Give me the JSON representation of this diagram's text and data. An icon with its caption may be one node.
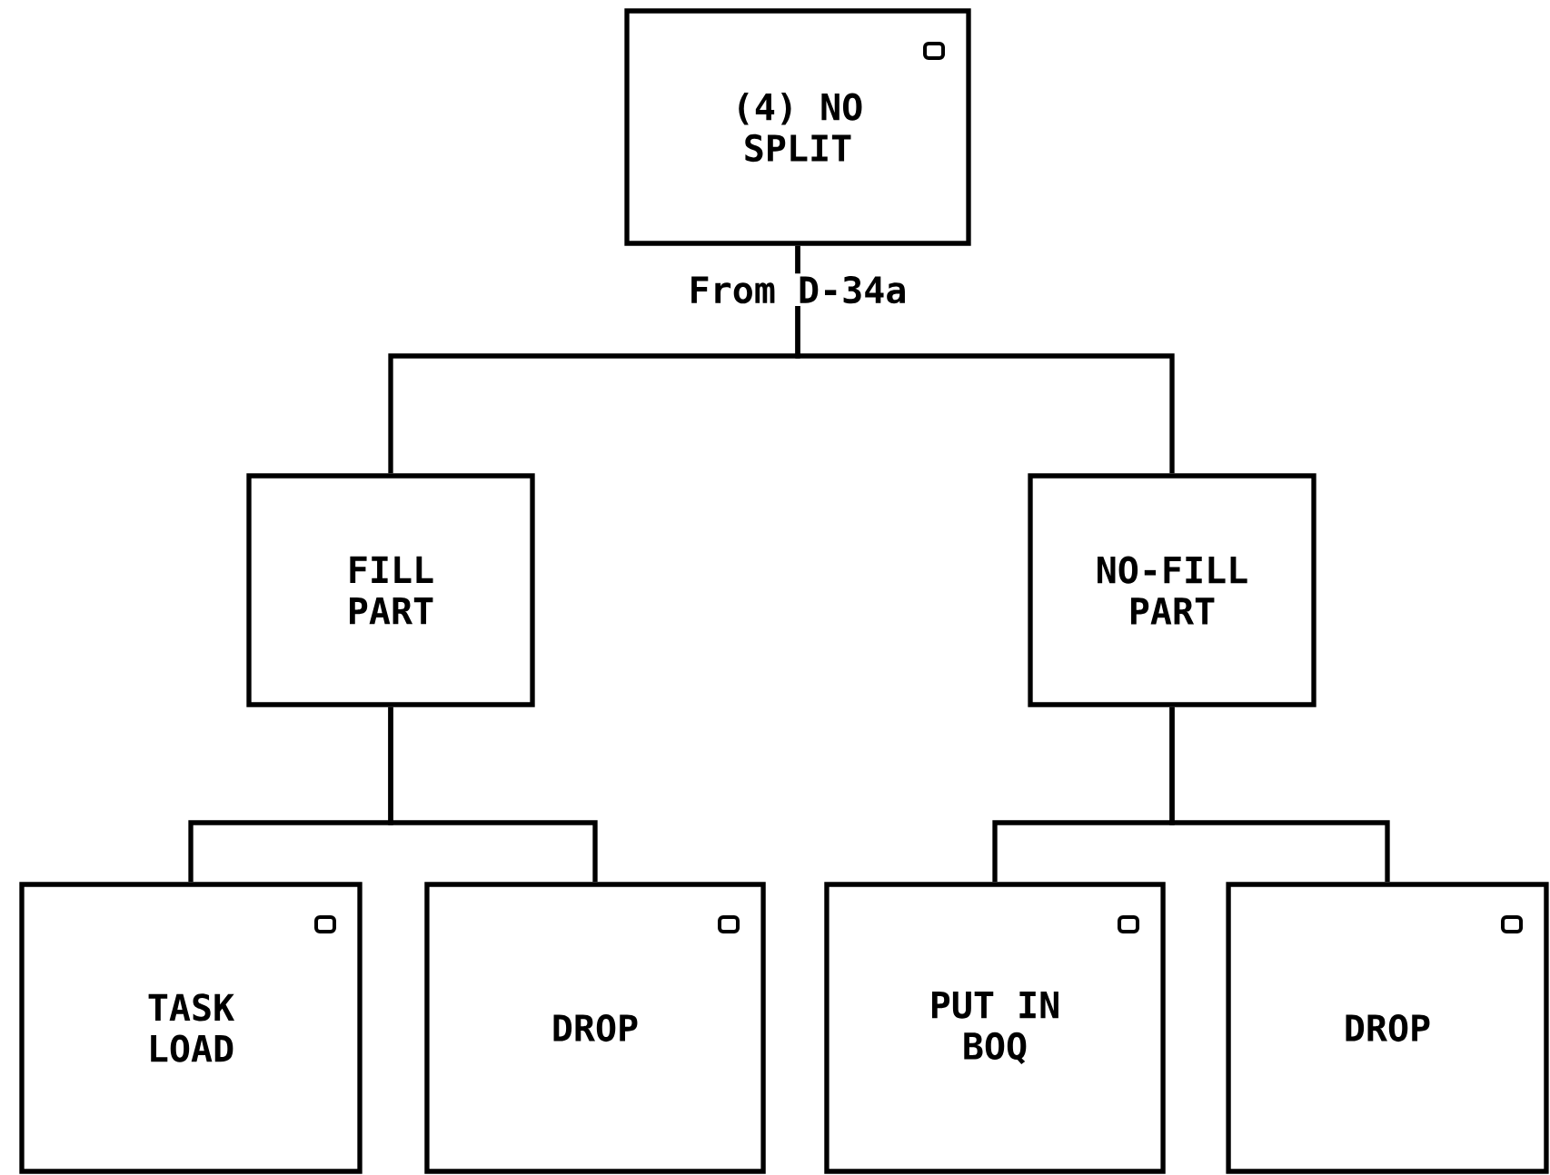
{
  "diagram": {
    "nodes": [
      {
        "text": [
          "(4) NO SPLIT"
        ],
        "beside": [
          "From D-34a"
        ]
      },
      {
        "text": [
          "FILL PART"
        ]
      },
      {
        "text": [
          "NO-FILL PART"
        ]
      },
      {
        "text": [
          "TASK LOAD"
        ]
      },
      {
        "text": [
          "DROP"
        ]
      },
      {
        "text": [
          "PUT IN BOQ"
        ]
      },
      {
        "text": [
          "DROP"
        ]
      }
    ],
    "edges": [
      {
        "from": 0,
        "to": 1,
        "arrow": "none"
      },
      {
        "from": 0,
        "to": 2,
        "arrow": "none"
      },
      {
        "from": 1,
        "to": 3,
        "arrow": "none"
      },
      {
        "from": 1,
        "to": 4,
        "arrow": "none"
      },
      {
        "from": 2,
        "to": 5,
        "arrow": "none"
      },
      {
        "from": 2,
        "to": 6,
        "arrow": "none"
      }
    ]
  }
}
